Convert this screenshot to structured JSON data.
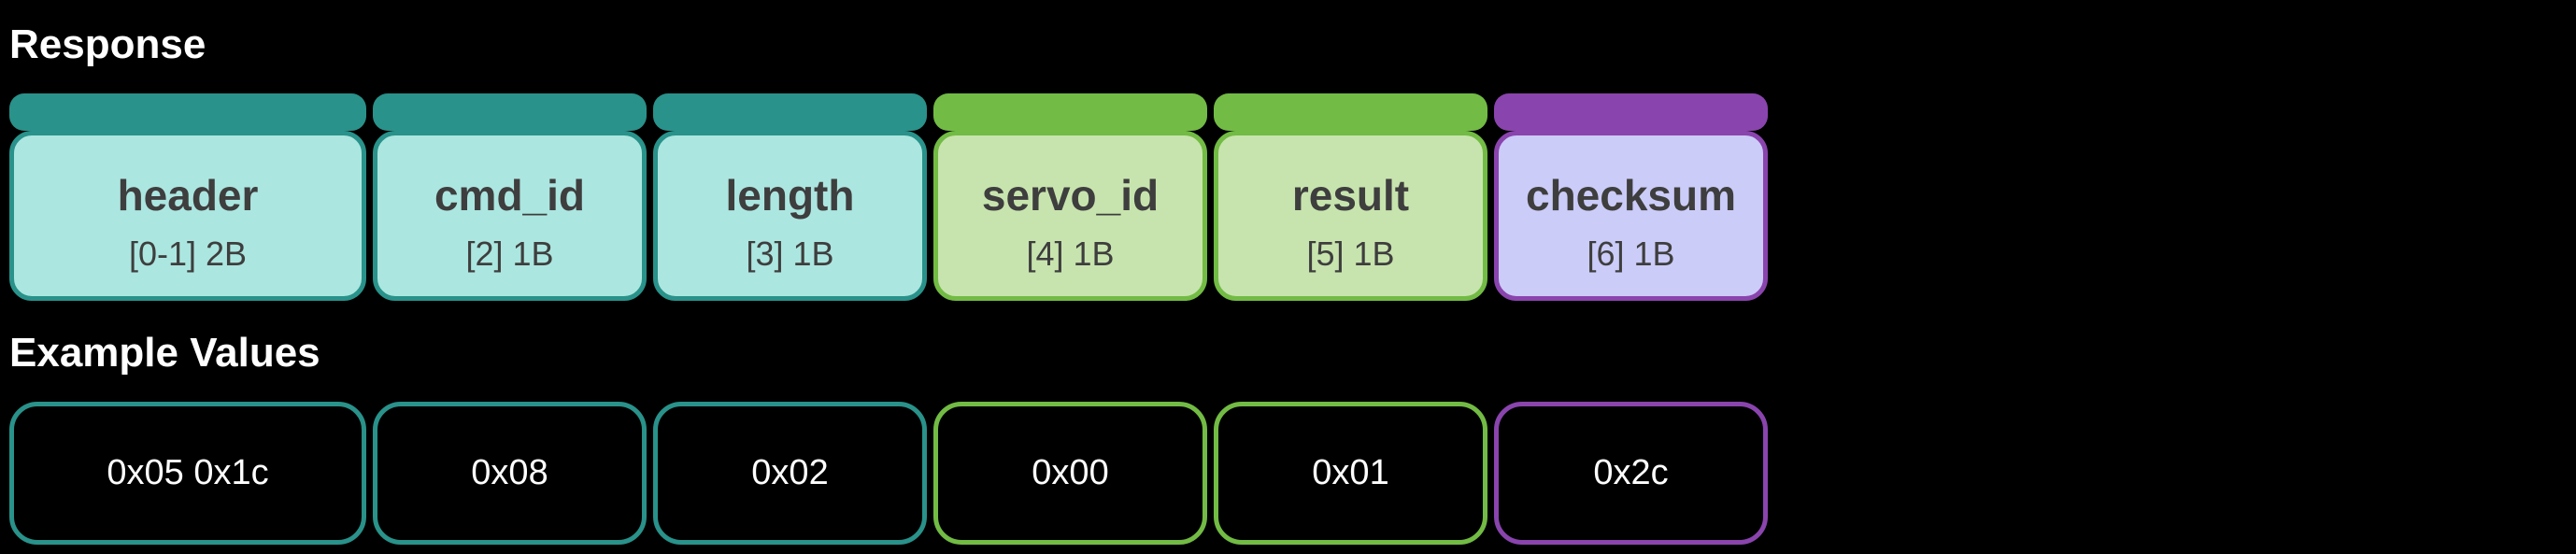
{
  "titles": {
    "response": "Response",
    "example_values": "Example Values"
  },
  "fields": [
    {
      "name": "header",
      "bytes": "[0-1] 2B",
      "example": "0x05 0x1c",
      "color": "teal"
    },
    {
      "name": "cmd_id",
      "bytes": "[2] 1B",
      "example": "0x08",
      "color": "teal"
    },
    {
      "name": "length",
      "bytes": "[3] 1B",
      "example": "0x02",
      "color": "teal"
    },
    {
      "name": "servo_id",
      "bytes": "[4] 1B",
      "example": "0x00",
      "color": "green"
    },
    {
      "name": "result",
      "bytes": "[5] 1B",
      "example": "0x01",
      "color": "green"
    },
    {
      "name": "checksum",
      "bytes": "[6] 1B",
      "example": "0x2c",
      "color": "purple"
    }
  ],
  "colors": {
    "background": "#000000",
    "teal_dark": "#29928a",
    "teal_light": "#ace6e0",
    "green_dark": "#72bb44",
    "green_light": "#c8e4ae",
    "purple_dark": "#8a44ad",
    "purple_light": "#cbccf8",
    "field_text": "#3e3e3e",
    "title_text": "#ffffff",
    "value_text": "#ffffff"
  }
}
